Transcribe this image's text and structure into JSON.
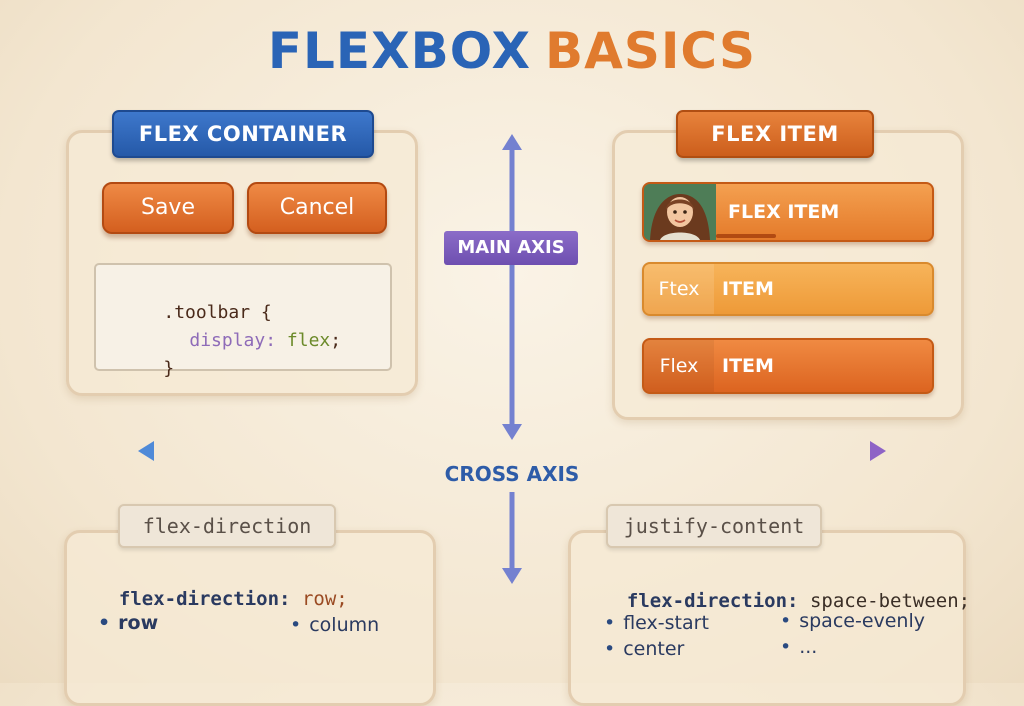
{
  "title": {
    "word1": "FLEXBOX",
    "word2": "BASICS"
  },
  "flex_container": {
    "badge": "FLEX CONTAINER",
    "save_label": "Save",
    "cancel_label": "Cancel",
    "code": {
      "selector": ".toolbar",
      "open": "{",
      "prop": "display:",
      "value": "flex",
      "semi": ";",
      "close": "}"
    }
  },
  "flex_item": {
    "badge": "FLEX ITEM",
    "items": [
      {
        "segment": "",
        "label": "FLEX ITEM"
      },
      {
        "segment": "Ftex",
        "label": "ITEM"
      },
      {
        "segment": "Flex",
        "label": "ITEM"
      }
    ]
  },
  "axes": {
    "main": "MAIN AXIS",
    "cross": "CROSS AXIS"
  },
  "flex_direction": {
    "tab": "flex-direction",
    "prop": "flex-direction:",
    "value": "row;",
    "options": [
      "row",
      "column"
    ]
  },
  "justify_content": {
    "tab": "justify-content",
    "prop": "flex-direction:",
    "value": "space-between;",
    "options": [
      "flex-start",
      "space-evenly",
      "center",
      "..."
    ]
  },
  "colors": {
    "blue": "#2a64b6",
    "orange": "#e07b2e",
    "purple": "#7b5bb8",
    "axis": "#6f7fd0"
  }
}
